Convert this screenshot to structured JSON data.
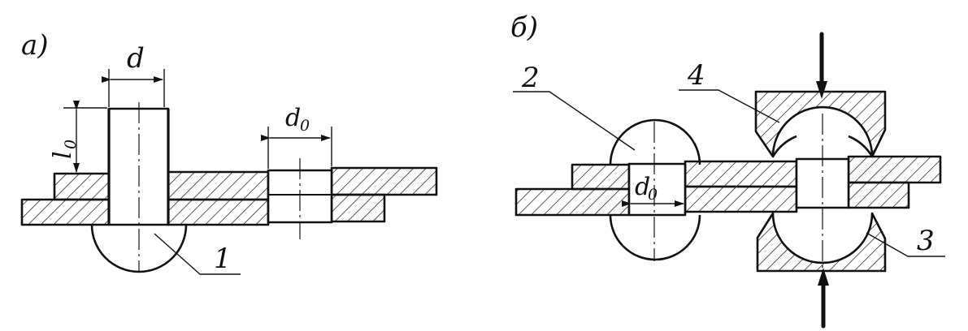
{
  "labels": {
    "panel_a": "а)",
    "panel_b": "б)",
    "d": "d",
    "l": "l",
    "zero": "0",
    "one": "1",
    "two": "2",
    "three": "3",
    "four": "4"
  },
  "colors": {
    "ink": "#111111",
    "background": "#ffffff"
  }
}
